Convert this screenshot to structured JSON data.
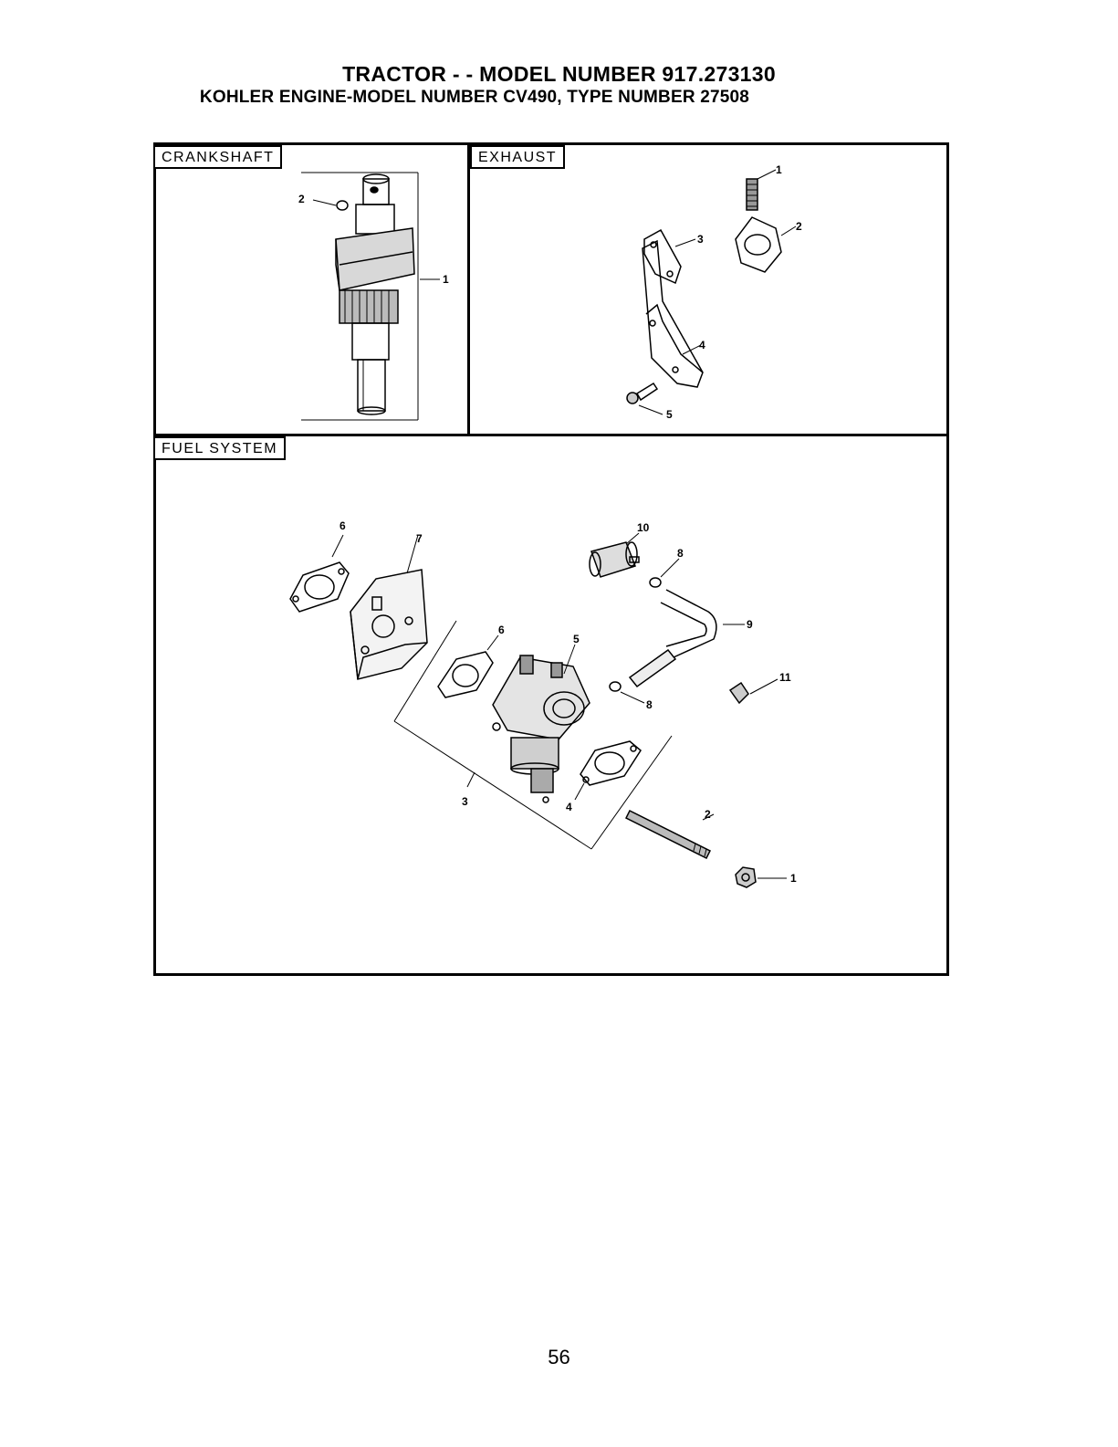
{
  "header": {
    "title": "TRACTOR - - MODEL NUMBER 917.273130",
    "subtitle": "KOHLER ENGINE-MODEL NUMBER CV490, TYPE NUMBER 27508"
  },
  "sections": {
    "crankshaft": {
      "label": "CRANKSHAFT",
      "callouts": [
        "1",
        "2"
      ]
    },
    "exhaust": {
      "label": "EXHAUST",
      "callouts": [
        "1",
        "2",
        "3",
        "4",
        "5"
      ]
    },
    "fuel_system": {
      "label": "FUEL SYSTEM",
      "callouts": [
        "6",
        "7",
        "10",
        "8",
        "9",
        "6",
        "5",
        "11",
        "8",
        "3",
        "4",
        "2",
        "1"
      ]
    }
  },
  "footer": {
    "page_number": "56"
  }
}
